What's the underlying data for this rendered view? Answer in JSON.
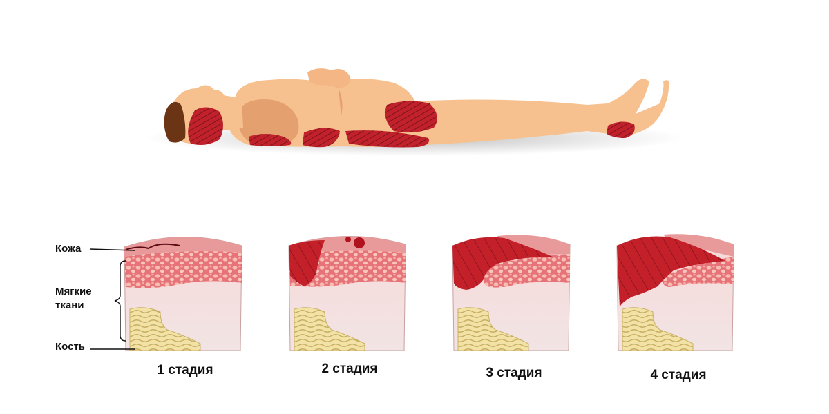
{
  "labels": {
    "skin": "Кожа",
    "soft_tissue": "Мягкие\nткани",
    "bone": "Кость"
  },
  "stages": [
    {
      "label": "1 стадия"
    },
    {
      "label": "2 стадия"
    },
    {
      "label": "3 стадия"
    },
    {
      "label": "4 стадия"
    }
  ],
  "colors": {
    "body_skin": "#f7c08f",
    "body_shadow": "#e4a06e",
    "hair": "#6b3414",
    "pressure_sore": "#c0212b",
    "sore_stripe": "#6e0f18",
    "skin_layer": "#e58f8f",
    "fat_layer": "#f5b3a8",
    "muscle": "#f5e0e0",
    "bone": "#f2dfa0",
    "bone_stripe": "#c9b065",
    "wound_dark": "#a0101c"
  }
}
